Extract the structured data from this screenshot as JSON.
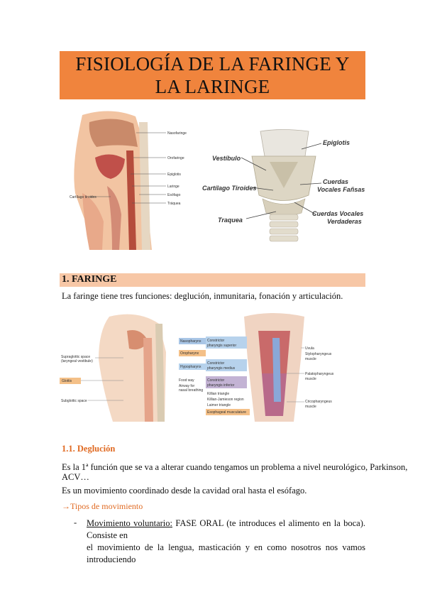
{
  "title": {
    "line1": "FISIOLOGÍA DE LA FARINGE Y",
    "line2": "LA LARINGE"
  },
  "figure1_labels": {
    "nasofaringe": "Nasofaringe",
    "orofaringe": "Orofaringe",
    "epiglotis": "Epiglotis",
    "laringe": "Laringe",
    "esofago": "Esófago",
    "traquea": "Tráquea",
    "cartilago": "Cartílago tiroides"
  },
  "figure2_labels": {
    "vestibulo": "Vestíbulo",
    "epiglotis": "Epiglotis",
    "cartilago": "Cartílago Tiroides",
    "cuerdas_falsas_1": "Cuerdas",
    "cuerdas_falsas_2": "Vocales Fañsas",
    "cuerdas_verdaderas_1": "Cuerdas Vocales",
    "cuerdas_verdaderas_2": "Verdaderas",
    "traquea": "Traquea"
  },
  "section1": {
    "heading": "1. FARINGE"
  },
  "intro": "La faringe tiene tres funciones: deglución, inmunitaria, fonación y articulación.",
  "figure3_labels": {
    "supraglottic_1": "Supraglottic space",
    "supraglottic_2": "(laryngeal vestibule)",
    "glottis": "Glottis",
    "subglottic": "Subglottic space",
    "nasopharynx": "Nasopharynx",
    "oropharynx": "Oropharynx",
    "hypopharynx": "Hypopharynx",
    "food_way": "Food way",
    "airway_1": "Airway for",
    "airway_2": "nasal breathing",
    "csup_1": "Constrictor",
    "csup_2": "pharyngis superior",
    "cmed_1": "Constrictor",
    "cmed_2": "pharyngis medius",
    "cinf_1": "Constrictor",
    "cinf_2": "pharyngis inferior",
    "killian": "Killian triangle",
    "killian_jamieson": "Killian-Jamieson region",
    "laimer": "Laimer triangle",
    "esophageal": "Esophageal musculature",
    "uvula": "Uvula",
    "stylo_1": "Stylopharyngeus",
    "stylo_2": "muscle",
    "palato_1": "Palatopharyngeus",
    "palato_2": "muscle",
    "crico_1": "Cricopharyngeus",
    "crico_2": "muscle"
  },
  "subsection": {
    "heading": "1.1. Deglución"
  },
  "para1_line1": "Es la 1ª función que se va a alterar cuando tengamos un problema a nivel neurológico, Parkinson,",
  "para1_line2": "ACV…",
  "para2": "Es un movimiento coordinado desde la cavidad oral hasta el esófago.",
  "tipos": "→Tipos de movimiento",
  "bullet": {
    "dash": "-",
    "label": "Movimiento voluntario:",
    "text_line1": " FASE ORAL (te introduces el alimento en la boca). Consiste en",
    "text_line2": "el movimiento de la lengua, masticación y en como nosotros nos vamos introduciendo"
  },
  "colors": {
    "title_bg": "#f0843d",
    "section_bg": "#f7c7a6",
    "accent": "#e06a22"
  }
}
